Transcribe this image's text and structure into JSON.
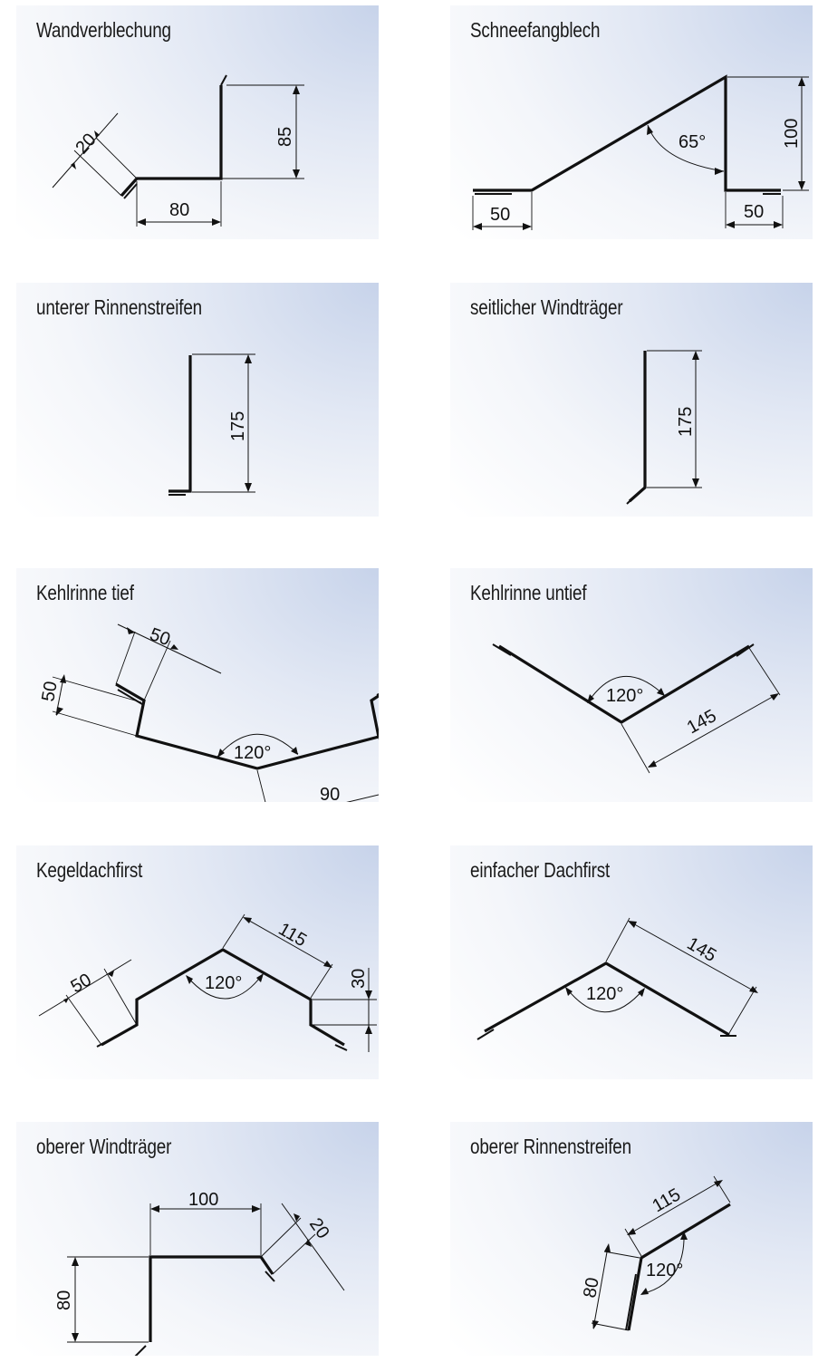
{
  "panels": [
    {
      "title": "Wandverblechung",
      "labels": [
        "20",
        "85",
        "80"
      ]
    },
    {
      "title": "Schneefangblech",
      "labels": [
        "65°",
        "100",
        "50",
        "50"
      ]
    },
    {
      "title": "unterer Rinnenstreifen",
      "labels": [
        "175"
      ]
    },
    {
      "title": "seitlicher Windträger",
      "labels": [
        "175"
      ]
    },
    {
      "title": "Kehlrinne tief",
      "labels": [
        "50",
        "50",
        "120°",
        "90"
      ]
    },
    {
      "title": "Kehlrinne untief",
      "labels": [
        "120°",
        "145"
      ]
    },
    {
      "title": "Kegeldachfirst",
      "labels": [
        "50",
        "115",
        "30",
        "120°"
      ]
    },
    {
      "title": "einfacher Dachfirst",
      "labels": [
        "145",
        "120°"
      ]
    },
    {
      "title": "oberer Windträger",
      "labels": [
        "100",
        "20",
        "80"
      ]
    },
    {
      "title": "oberer Rinnenstreifen",
      "labels": [
        "115",
        "120°",
        "80"
      ]
    }
  ]
}
